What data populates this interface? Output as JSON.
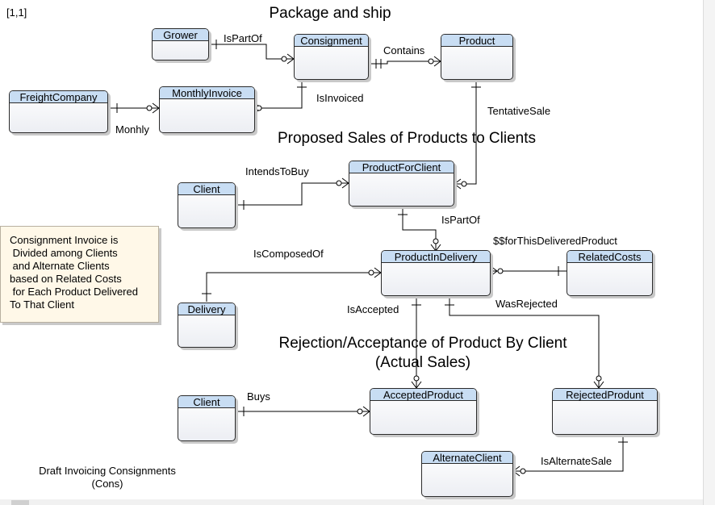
{
  "page_index": "[1,1]",
  "titles": {
    "package": "Package and ship",
    "proposed": "Proposed Sales of Products to Clients",
    "rejection_line1": "Rejection/Acceptance of Product By Client",
    "rejection_line2": "(Actual Sales)"
  },
  "entities": {
    "grower": "Grower",
    "consignment": "Consignment",
    "product": "Product",
    "freight_company": "FreightCompany",
    "monthly_invoice": "MonthlyInvoice",
    "client_top": "Client",
    "product_for_client": "ProductForClient",
    "product_in_delivery": "ProductInDelivery",
    "related_costs": "RelatedCosts",
    "delivery": "Delivery",
    "client_bottom": "Client",
    "accepted_product": "AcceptedProduct",
    "rejected_product": "RejectedProdunt",
    "alternate_client": "AlternateClient"
  },
  "relationships": {
    "is_part_of_top": "IsPartOf",
    "contains": "Contains",
    "is_invoiced": "IsInvoiced",
    "monhly": "Monhly",
    "tentative_sale": "TentativeSale",
    "intends_to_buy": "IntendsToBuy",
    "is_part_of_mid": "IsPartOf",
    "for_delivered_product": "$$forThisDeliveredProduct",
    "is_composed_of": "IsComposedOf",
    "is_accepted": "IsAccepted",
    "was_rejected": "WasRejected",
    "buys": "Buys",
    "is_alternate_sale": "IsAlternateSale"
  },
  "note": "Consignment Invoice is\n Divided among Clients\n and Alternate Clients\nbased on Related Costs\n for Each Product Delivered\nTo That Client",
  "caption": "Draft Invoicing Consignments\n(Cons)"
}
